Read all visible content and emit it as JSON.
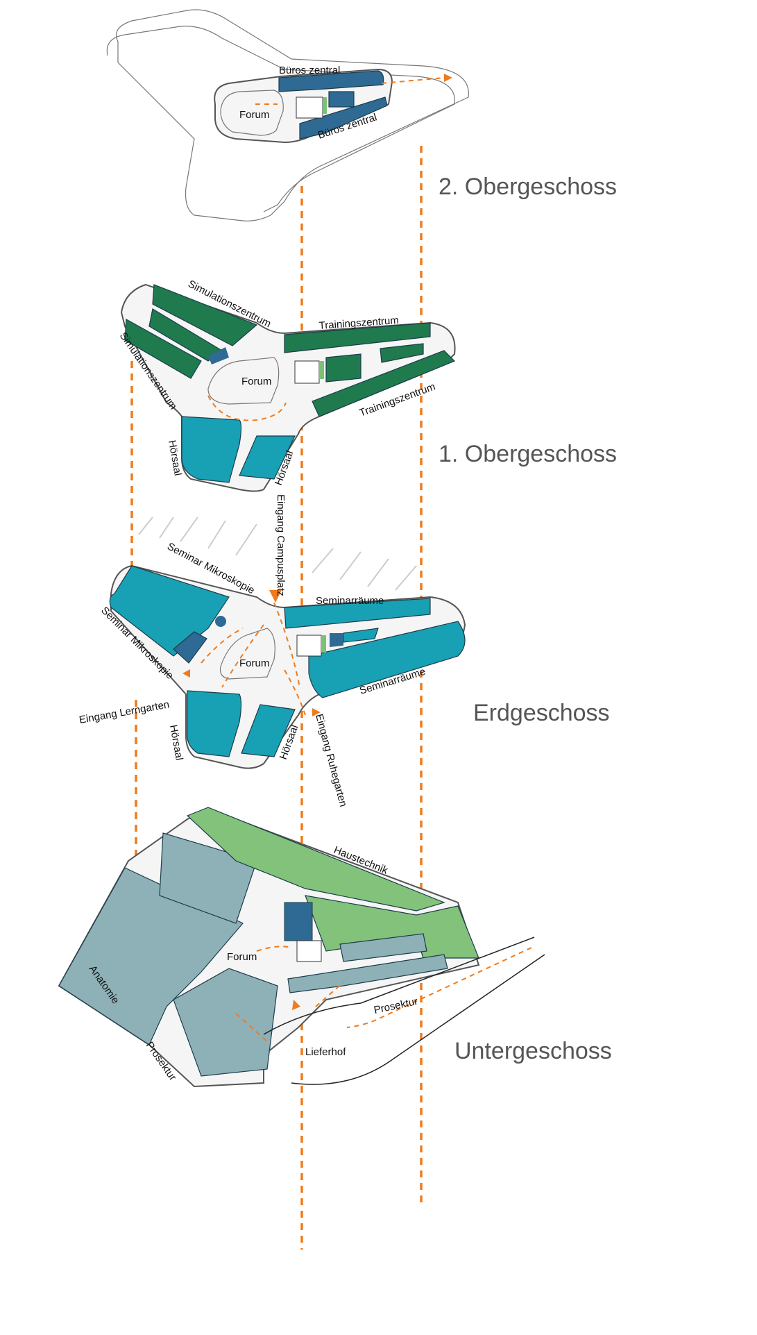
{
  "colors": {
    "orange": "#ef7b1d",
    "office_blue": "#2e6a94",
    "sim_green": "#1f7a4e",
    "teal": "#18a0b4",
    "tech_green": "#82c27a",
    "basement_grey": "#8db1b6"
  },
  "floors": {
    "og2": {
      "title": "2. Obergeschoss",
      "labels": {
        "buros_top": "Büros zentral",
        "buros_bottom": "Büros zentral",
        "forum": "Forum"
      }
    },
    "og1": {
      "title": "1. Obergeschoss",
      "labels": {
        "sim_top": "Simulationszentrum",
        "sim_left": "Simulationszentrum",
        "train_top": "Trainingszentrum",
        "train_bottom": "Trainingszentrum",
        "forum": "Forum",
        "hoersaal_left": "Hörsaal",
        "hoersaal_right": "Hörsaal"
      }
    },
    "eg": {
      "title": "Erdgeschoss",
      "labels": {
        "seminar_mikro_top": "Seminar Mikroskopie",
        "seminar_mikro_left": "Seminar Mikroskopie",
        "eingang_campus": "Eingang Campusplatz",
        "seminar_top": "Seminarräume",
        "seminar_bottom": "Seminarräume",
        "eingang_lerngarten": "Eingang Lerngarten",
        "forum": "Forum",
        "hoersaal_left": "Hörsaal",
        "hoersaal_right": "Hörsaal",
        "eingang_ruhegarten": "Eingang Ruhegarten"
      }
    },
    "ug": {
      "title": "Untergeschoss",
      "labels": {
        "haustechnik": "Haustechnik",
        "forum": "Forum",
        "anatomie": "Anatomie",
        "prosektur_left": "Prosektur",
        "prosektur_right": "Prosektur",
        "lieferhof": "Lieferhof"
      }
    }
  }
}
